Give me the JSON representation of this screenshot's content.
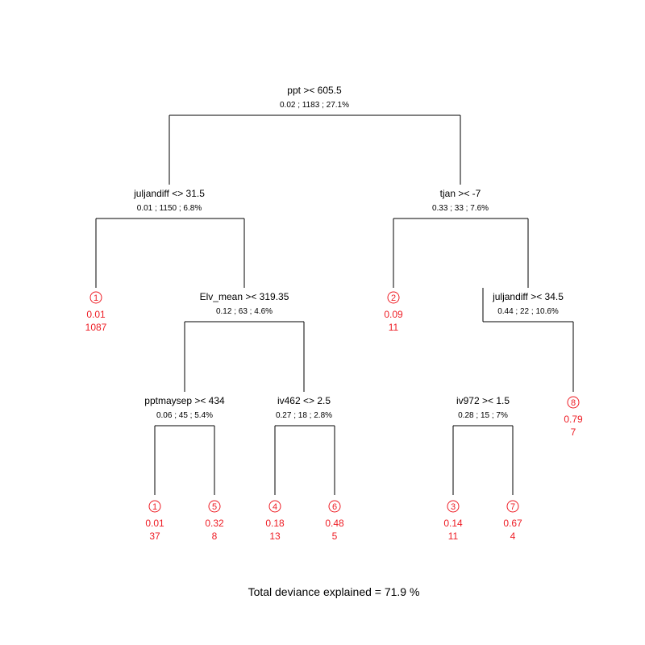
{
  "colors": {
    "line": "#000000",
    "split_text": "#000000",
    "leaf": "#ee1c24"
  },
  "splits": [
    {
      "id": "root",
      "label": "ppt >< 605.5",
      "stats": "0.02 ; 1183 ; 27.1%"
    },
    {
      "id": "juljandiff-1",
      "label": "juljandiff <> 31.5",
      "stats": "0.01 ; 1150 ; 6.8%"
    },
    {
      "id": "tjan",
      "label": "tjan >< -7",
      "stats": "0.33 ; 33 ; 7.6%"
    },
    {
      "id": "elv-mean",
      "label": "Elv_mean >< 319.35",
      "stats": "0.12 ; 63 ; 4.6%"
    },
    {
      "id": "juljandiff-2",
      "label": "juljandiff >< 34.5",
      "stats": "0.44 ; 22 ; 10.6%"
    },
    {
      "id": "pptmaysep",
      "label": "pptmaysep >< 434",
      "stats": "0.06 ; 45 ; 5.4%"
    },
    {
      "id": "iv462",
      "label": "iv462 <> 2.5",
      "stats": "0.27 ; 18 ; 2.8%"
    },
    {
      "id": "iv972",
      "label": "iv972 >< 1.5",
      "stats": "0.28 ; 15 ; 7%"
    }
  ],
  "leaves": [
    {
      "group": "1",
      "mean": "0.01",
      "n": "1087"
    },
    {
      "group": "2",
      "mean": "0.09",
      "n": "11"
    },
    {
      "group": "8",
      "mean": "0.79",
      "n": "7"
    },
    {
      "group": "1",
      "mean": "0.01",
      "n": "37"
    },
    {
      "group": "5",
      "mean": "0.32",
      "n": "8"
    },
    {
      "group": "4",
      "mean": "0.18",
      "n": "13"
    },
    {
      "group": "6",
      "mean": "0.48",
      "n": "5"
    },
    {
      "group": "3",
      "mean": "0.14",
      "n": "11"
    },
    {
      "group": "7",
      "mean": "0.67",
      "n": "4"
    }
  ],
  "footer": "Total deviance explained = 71.9 %"
}
